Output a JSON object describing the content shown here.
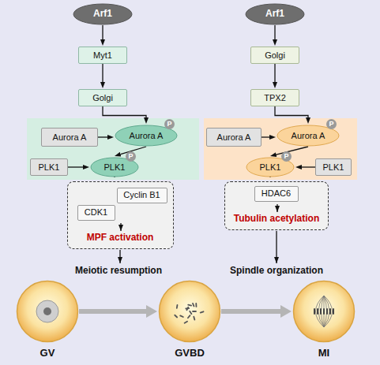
{
  "diagram": {
    "nodes": [
      {
        "text": [
          "Arf1"
        ]
      },
      {
        "text": [
          "Myt1"
        ]
      },
      {
        "text": [
          "Golgi"
        ]
      },
      {
        "text": [
          "Aurora A"
        ]
      },
      {
        "text": [
          "Aurora A",
          "P"
        ]
      },
      {
        "text": [
          "PLK1"
        ]
      },
      {
        "text": [
          "PLK1",
          "P"
        ]
      },
      {
        "text": [
          "MPF activation"
        ]
      },
      {
        "text": [
          "Cyclin B1"
        ],
        "in": 7
      },
      {
        "text": [
          "CDK1"
        ],
        "in": 7
      },
      {
        "text": [
          "Arf1"
        ]
      },
      {
        "text": [
          "Golgi"
        ]
      },
      {
        "text": [
          "TPX2"
        ]
      },
      {
        "text": [
          "Aurora A"
        ]
      },
      {
        "text": [
          "Aurora A",
          "P"
        ]
      },
      {
        "text": [
          "PLK1",
          "P"
        ]
      },
      {
        "text": [
          "PLK1"
        ]
      },
      {
        "text": [
          "Tubulin acetylation"
        ]
      },
      {
        "text": [
          "HDAC6"
        ],
        "in": 17
      },
      {
        "text": [
          "GV"
        ]
      },
      {
        "text": [
          "GVBD"
        ]
      },
      {
        "text": [
          "MI"
        ]
      }
    ],
    "edges": [
      {
        "from": 0,
        "to": 1,
        "arrow": "to"
      },
      {
        "from": 1,
        "to": 2,
        "arrow": "to"
      },
      {
        "from": 2,
        "to": 4,
        "arrow": "to"
      },
      {
        "from": 3,
        "to": 4,
        "arrow": "to"
      },
      {
        "from": 4,
        "to": 6,
        "arrow": "to"
      },
      {
        "from": 5,
        "to": 6,
        "arrow": "to"
      },
      {
        "from": 6,
        "to": 7,
        "arrow": "to"
      },
      {
        "from": 10,
        "to": 11,
        "arrow": "to"
      },
      {
        "from": 11,
        "to": 12,
        "arrow": "to"
      },
      {
        "from": 12,
        "to": 14,
        "arrow": "to"
      },
      {
        "from": 13,
        "to": 14,
        "arrow": "to"
      },
      {
        "from": 14,
        "to": 15,
        "arrow": "to"
      },
      {
        "from": 16,
        "to": 15,
        "arrow": "to"
      },
      {
        "from": 15,
        "to": 17,
        "arrow": "to"
      },
      {
        "from": 19,
        "to": 20,
        "arrow": "to"
      },
      {
        "from": 20,
        "to": 21,
        "arrow": "to"
      }
    ],
    "labels": [
      "Meiotic resumption",
      "Spindle organization"
    ]
  }
}
